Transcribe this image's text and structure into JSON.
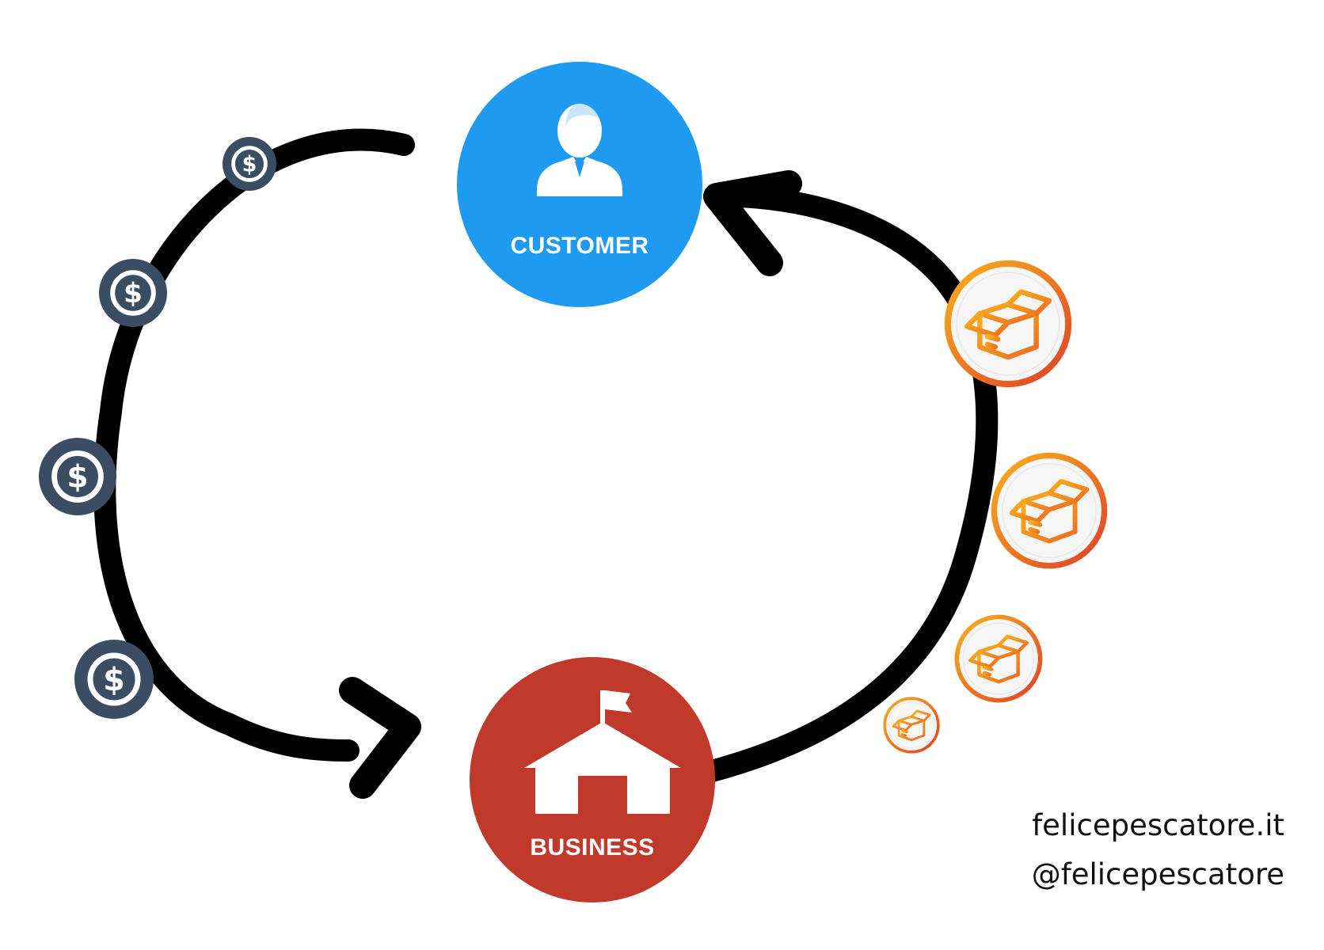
{
  "nodes": {
    "customer": {
      "label": "CUSTOMER",
      "color": "#1E9BF0",
      "icon": "person-icon"
    },
    "business": {
      "label": "BUSINESS",
      "color": "#C0392B",
      "icon": "house-flag-icon"
    }
  },
  "money_flow": {
    "icon": "dollar-coin-icon",
    "coin_color": "#3A4D63",
    "count": 4
  },
  "product_flow": {
    "icon": "package-box-icon",
    "ring_colors": [
      "#F7A21B",
      "#E0452A"
    ],
    "count": 4
  },
  "credits": {
    "website": "felicepescatore.it",
    "handle": "@felicepescatore"
  }
}
